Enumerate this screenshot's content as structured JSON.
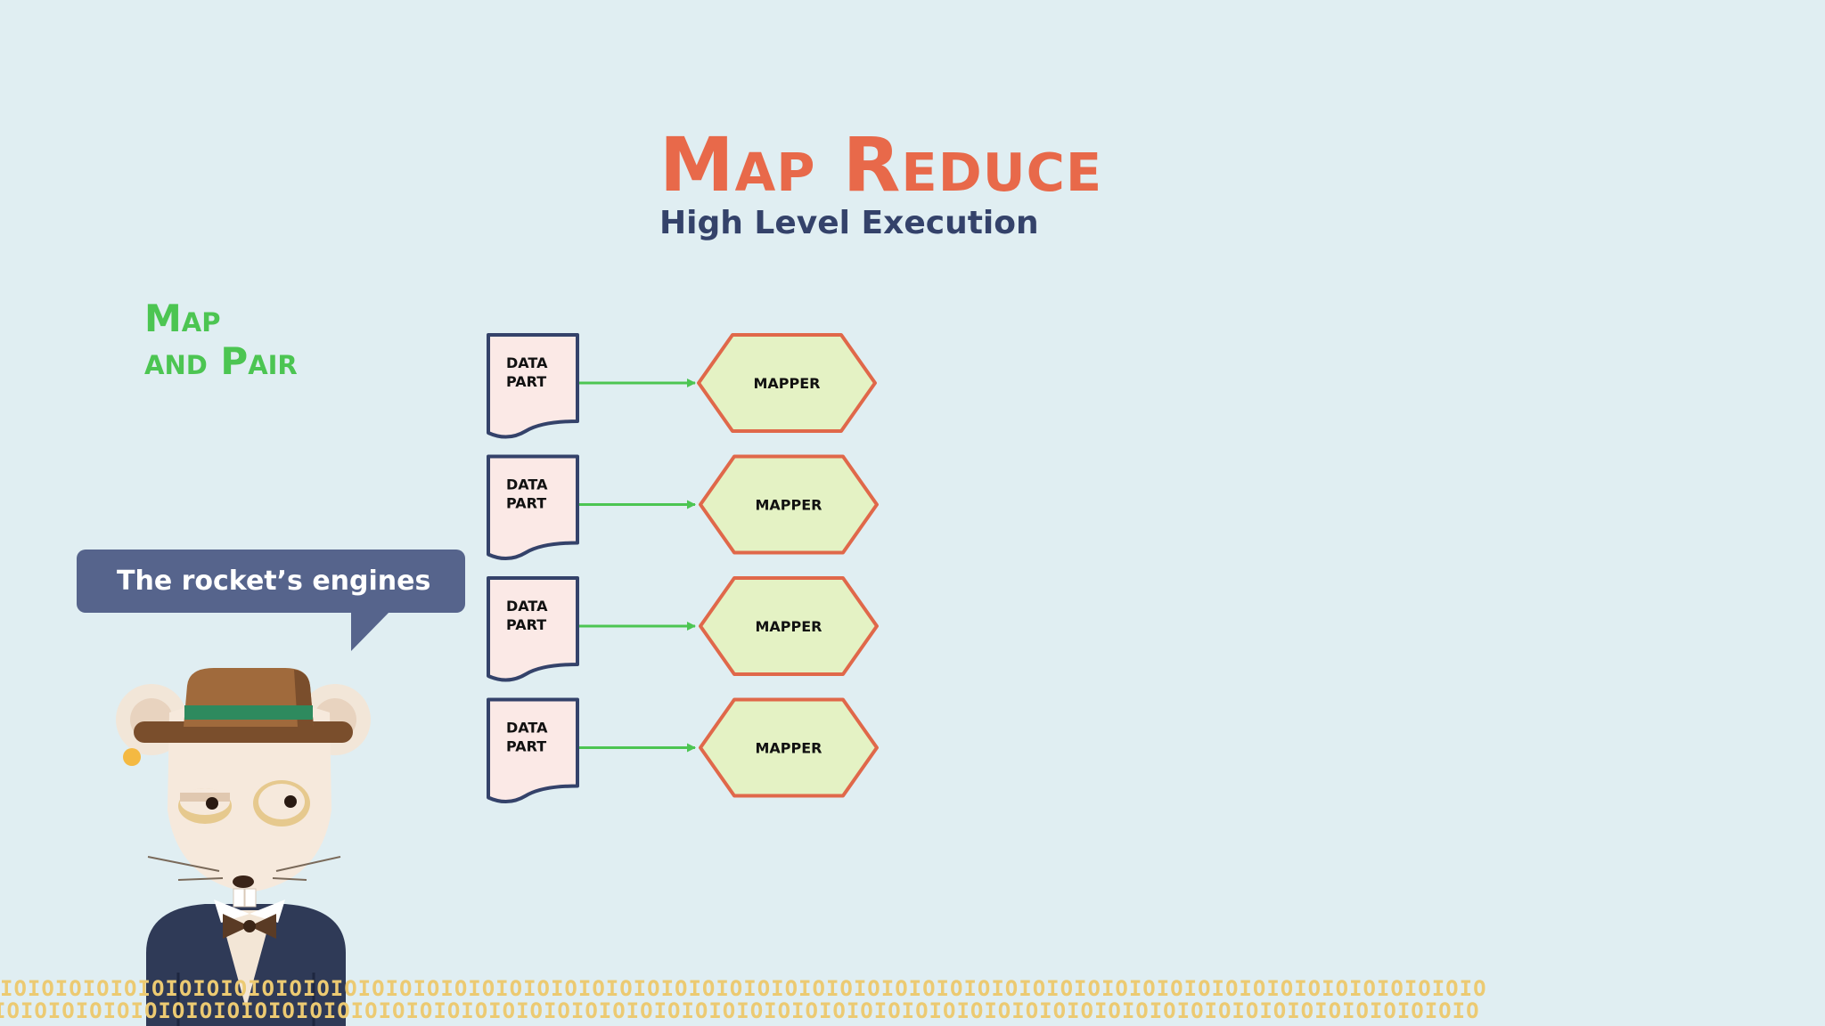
{
  "title": "Map Reduce",
  "subtitle": "High Level Execution",
  "section": {
    "line1": "Map",
    "line2": "and Pair"
  },
  "bubble": {
    "text": "The rocket’s engines"
  },
  "rows": [
    {
      "data_line1": "DATA",
      "data_line2": "PART",
      "mapper": "MAPPER"
    },
    {
      "data_line1": "DATA",
      "data_line2": "PART",
      "mapper": "MAPPER"
    },
    {
      "data_line1": "DATA",
      "data_line2": "PART",
      "mapper": "MAPPER"
    },
    {
      "data_line1": "DATA",
      "data_line2": "PART",
      "mapper": "MAPPER"
    }
  ],
  "footer_pattern": "IOIOIOIOIOIOIOIOIOIOIOIOIOIOIOIOIOIOIOIOIOIOIOIOIOIOIOIOIOIOIOIOIOIOIOIOIOIOIOIOIOIOIOIOIOIOIOIOIOIOIOIOIOIO",
  "colors": {
    "background": "#e0eef2",
    "title": "#e8694a",
    "subtitle": "#34426a",
    "section": "#4cc552",
    "arrow": "#4cc552",
    "doc_fill": "#fbe9e6",
    "doc_stroke": "#34426a",
    "mapper_fill": "#e4f2c4",
    "mapper_stroke": "#e0684a",
    "bubble": "#56648c",
    "binary": "#ecca72"
  }
}
